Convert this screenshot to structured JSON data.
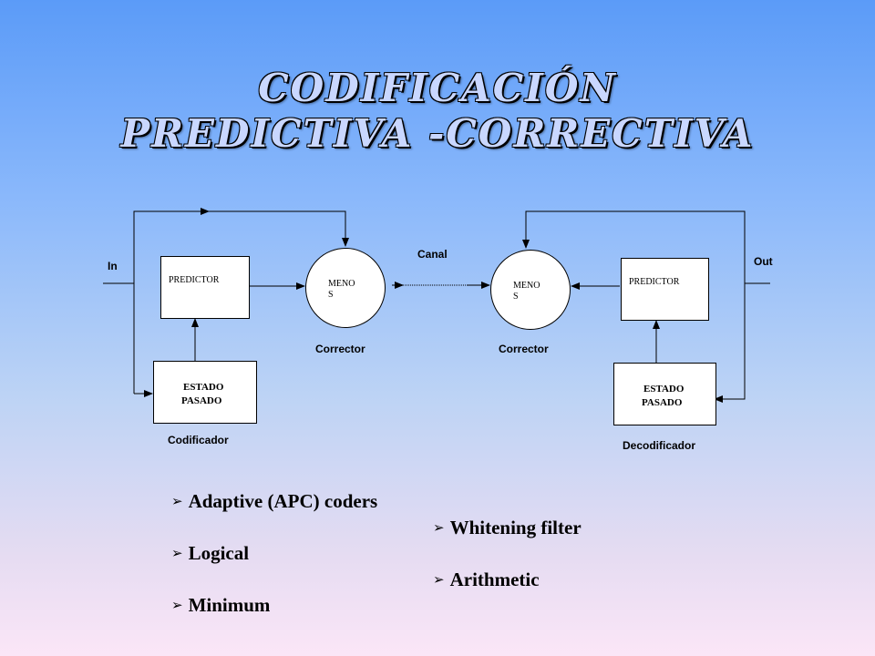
{
  "title": {
    "line1": "CODIFICACIÓN",
    "line2": "PREDICTIVA -CORRECTIVA"
  },
  "diagram": {
    "input_label": "In",
    "output_label": "Out",
    "channel_label": "Canal",
    "encoder": {
      "predictor": "PREDICTOR",
      "past_state_line1": "ESTADO",
      "past_state_line2": "PASADO",
      "subtractor": "MENO S",
      "corrector_label": "Corrector",
      "caption": "Codificador"
    },
    "decoder": {
      "predictor": "PREDICTOR",
      "past_state_line1": "ESTADO",
      "past_state_line2": "PASADO",
      "subtractor": "MENO S",
      "corrector_label": "Corrector",
      "caption": "Decodificador"
    }
  },
  "bullets": {
    "marker": "➢",
    "items": [
      "Adaptive (APC) coders",
      "Whitening filter",
      "Logical",
      "Arithmetic",
      "Minimum"
    ]
  },
  "colors": {
    "background_top": "#5b9bf8",
    "background_bottom": "#fbe6f7",
    "title_fill": "#c9d7ff"
  }
}
